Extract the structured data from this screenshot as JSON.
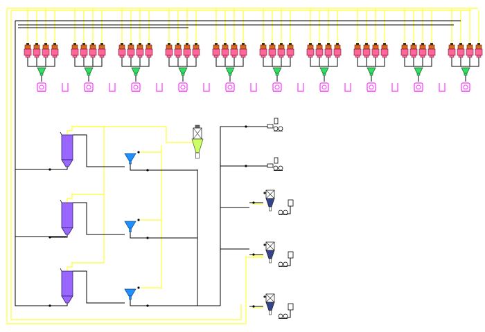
{
  "colors": {
    "pipe_yellow": "#ffff33",
    "pipe_black": "#000000",
    "tank_purple": "#9966ff",
    "hopper_blue": "#1e90ff",
    "hopper_green": "#33dd66",
    "scale_magenta": "#ff33ff",
    "feeder_orange": "#dd6622",
    "feeder_pink": "#ff6699",
    "cyclone_green": "#ccff66",
    "filter_navy": "#334488"
  },
  "icons": {
    "feeder_unit": "feeder-unit-icon",
    "scale": "scale-icon",
    "collector": "collector-bin-icon",
    "silo": "silo-tank-icon",
    "hopper": "hopper-icon",
    "cyclone": "cyclone-separator-icon",
    "pump": "pump-icon",
    "valve": "valve-icon",
    "dust_collector": "dust-collector-icon"
  },
  "counts": {
    "feeder_stations": 10,
    "feeders_per_station": 4,
    "silos": 3,
    "hoppers": 3,
    "pump_outlets": 2,
    "dust_collectors": 3
  }
}
